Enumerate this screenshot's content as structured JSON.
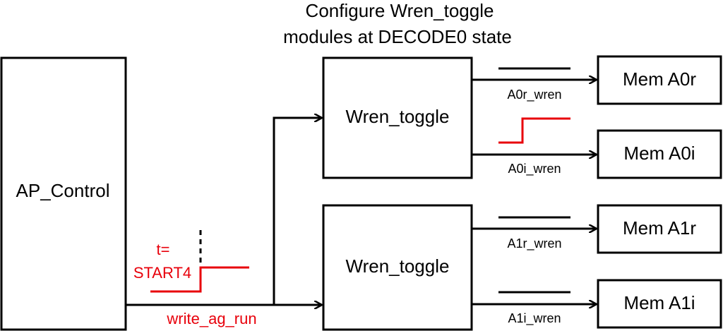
{
  "title": {
    "line1": "Configure Wren_toggle",
    "line2": "modules at DECODE0 state"
  },
  "blocks": {
    "ap_control": "AP_Control",
    "wren_toggle_top": "Wren_toggle",
    "wren_toggle_bottom": "Wren_toggle",
    "mem_a0r": "Mem A0r",
    "mem_a0i": "Mem A0i",
    "mem_a1r": "Mem A1r",
    "mem_a1i": "Mem A1i"
  },
  "signals": {
    "a0r_wren": "A0r_wren",
    "a0i_wren": "A0i_wren",
    "a1r_wren": "A1r_wren",
    "a1i_wren": "A1i_wren",
    "write_ag_run": "write_ag_run"
  },
  "annotation": {
    "t_label": "t=",
    "start_label": "START4"
  },
  "colors": {
    "highlight": "#e8000b",
    "line": "#000000"
  }
}
